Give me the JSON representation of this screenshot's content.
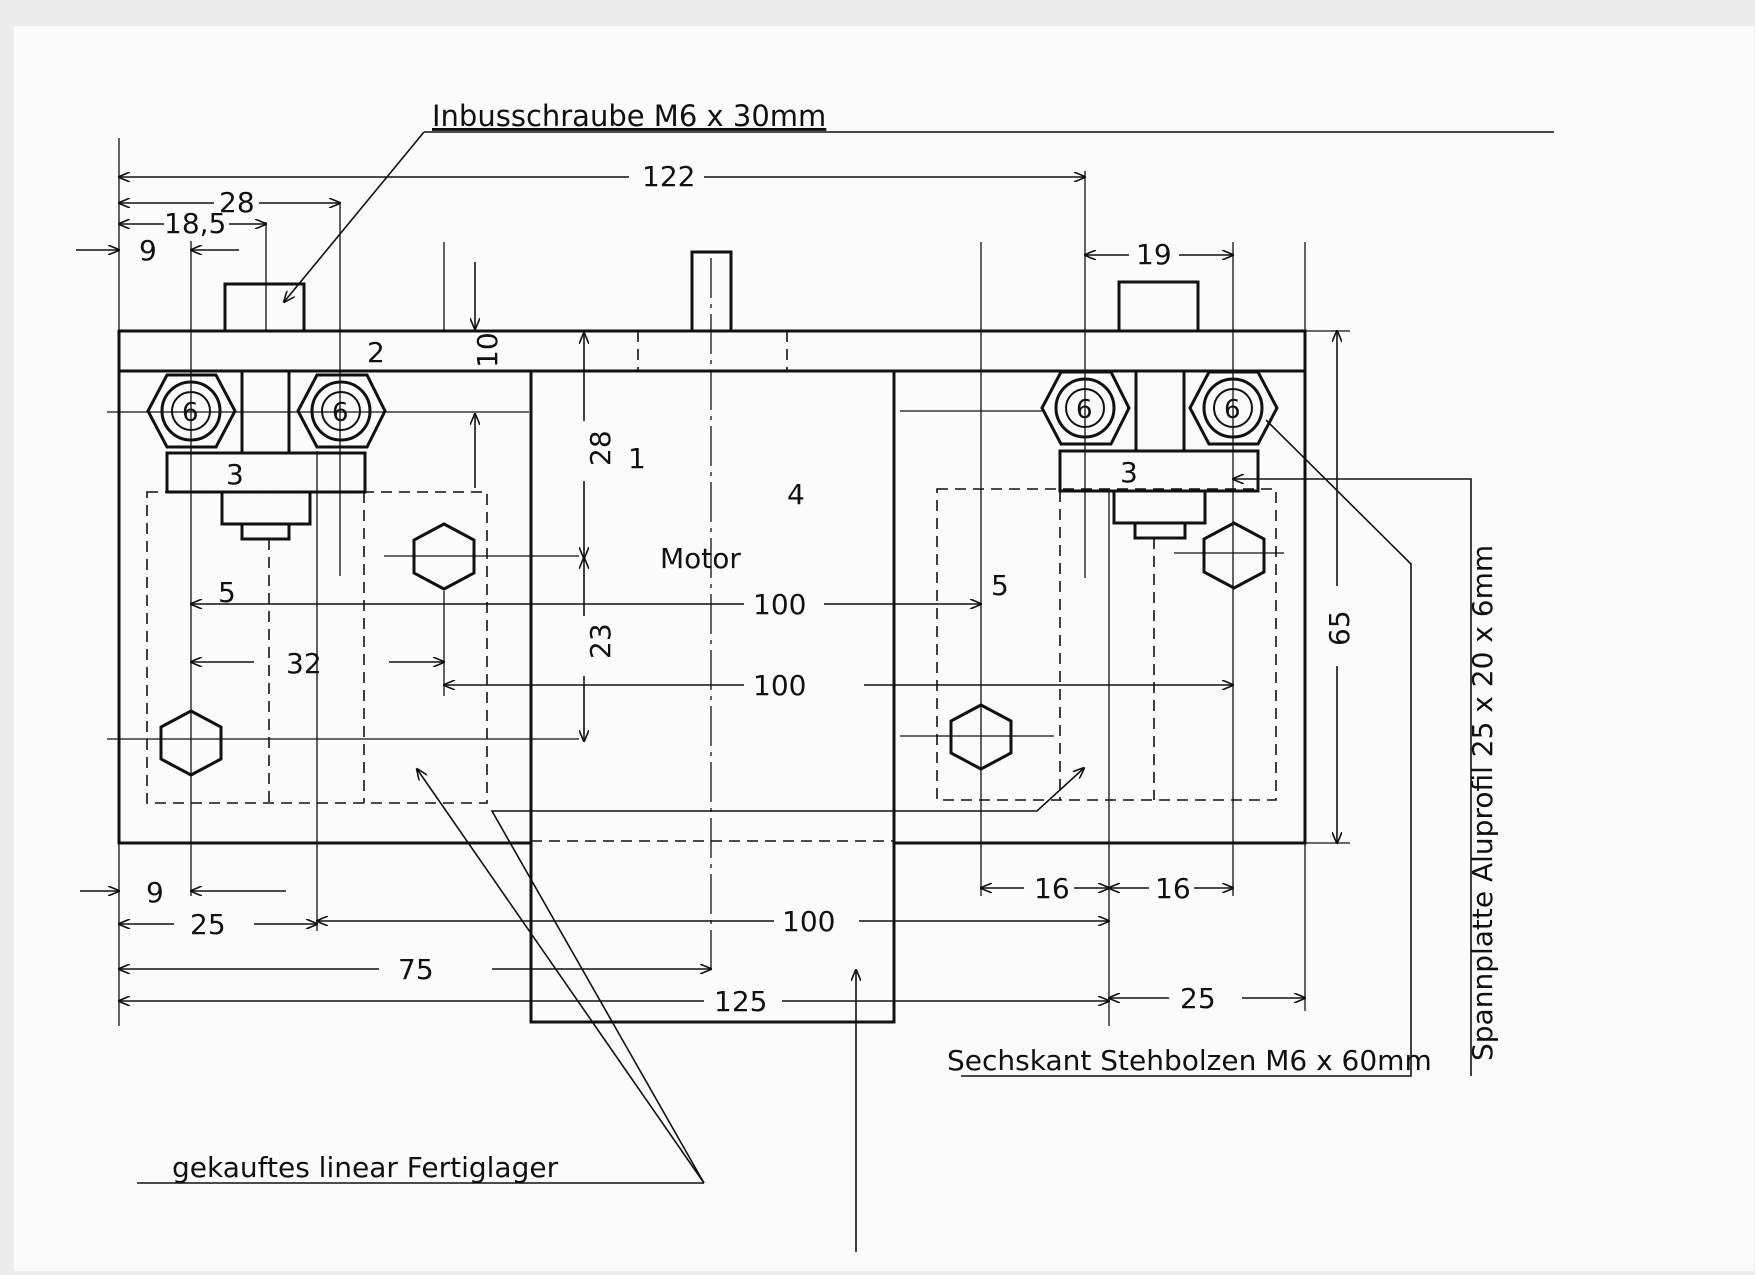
{
  "title": "",
  "labels": {
    "screw": "Inbusschraube M6 x 30mm",
    "purchased_bearing": "gekauftes linear Fertiglager",
    "hex_standoff": "Sechskant Stehbolzen M6 x 60mm",
    "clamp_plate": "Spannplatte Aluprofil 25 x 20 x 6mm",
    "motor": "Motor"
  },
  "part_numbers": {
    "top_bar": "2",
    "motor_top": "1",
    "motor_body": "4",
    "clamp_left": "3",
    "clamp_right": "3",
    "bearing_left": "5",
    "bearing_right": "5",
    "nut_1": "6",
    "nut_2": "6",
    "nut_3": "6",
    "nut_4": "6"
  },
  "dimensions": {
    "overall_top": "122",
    "left_28": "28",
    "left_18_5": "18,5",
    "left_9_top": "9",
    "right_19": "19",
    "bar_10": "10",
    "motor_28": "28",
    "motor_23": "23",
    "span_100_a": "100",
    "span_100_b": "100",
    "left_32": "32",
    "height_65": "65",
    "left_9_bottom": "9",
    "right_16_a": "16",
    "right_16_b": "16",
    "bottom_25_left": "25",
    "bottom_100": "100",
    "bottom_75": "75",
    "bottom_125": "125",
    "bottom_25_right": "25"
  }
}
